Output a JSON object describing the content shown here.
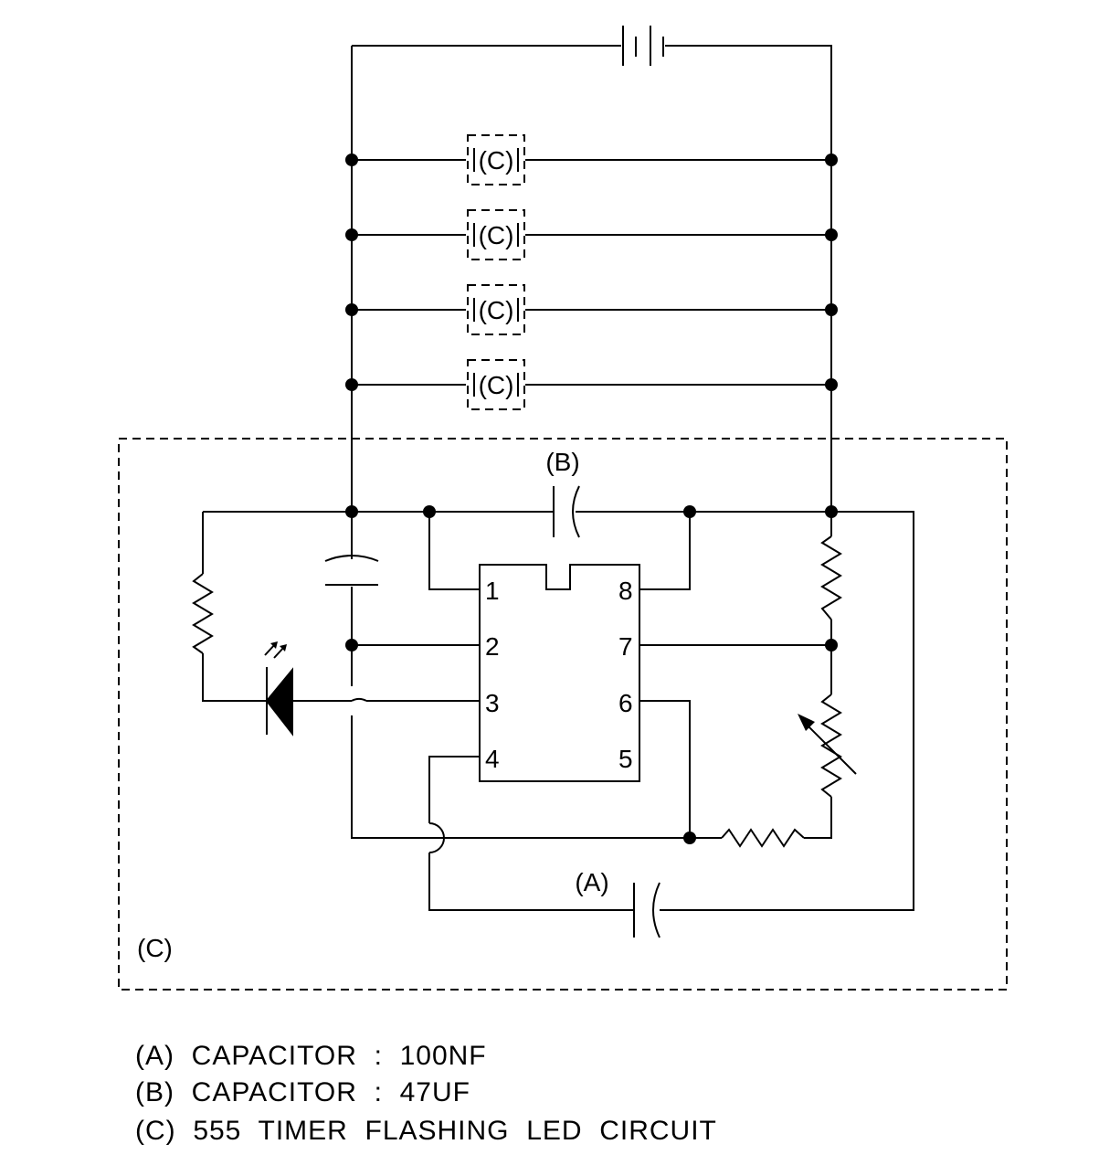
{
  "labels": {
    "module": "(C)",
    "cap_a": "(A)",
    "cap_b": "(B)",
    "board": "(C)"
  },
  "ic_pins": [
    "1",
    "2",
    "3",
    "4",
    "5",
    "6",
    "7",
    "8"
  ],
  "legend": [
    "(A)  CAPACITOR  :  100NF",
    "(B)  CAPACITOR  :  47UF",
    "(C)  555  TIMER  FLASHING  LED  CIRCUIT"
  ]
}
